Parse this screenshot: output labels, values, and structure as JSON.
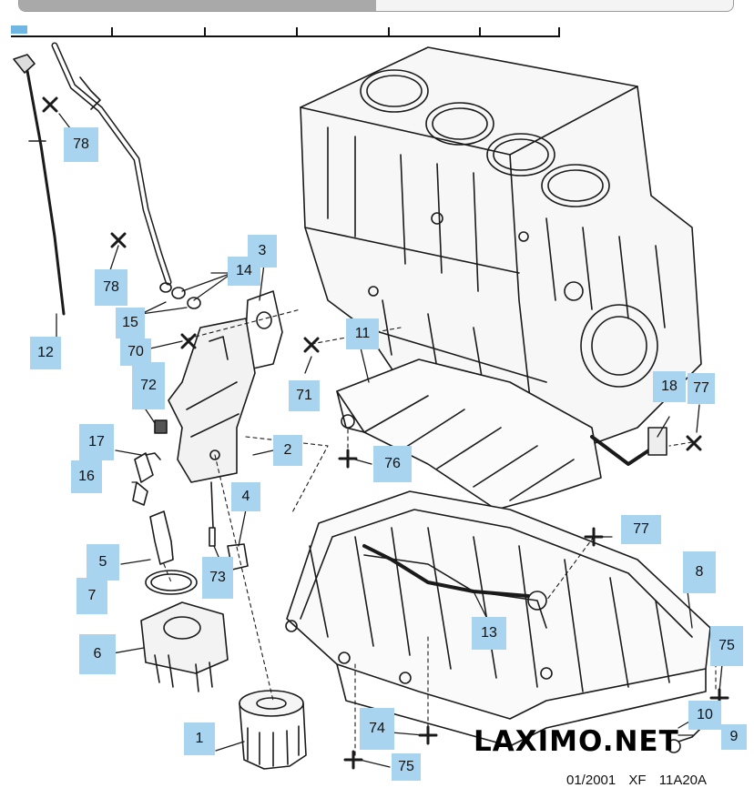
{
  "progress": {
    "fraction": 0.5
  },
  "callouts": [
    "1",
    "2",
    "3",
    "4",
    "5",
    "6",
    "7",
    "8",
    "9",
    "10",
    "11",
    "12",
    "13",
    "14",
    "15",
    "16",
    "17",
    "18",
    "70",
    "71",
    "72",
    "73",
    "74",
    "75",
    "75",
    "76",
    "77",
    "77",
    "78",
    "78"
  ],
  "watermark": "LAXIMO.NET",
  "footer": {
    "date": "01/2001",
    "code": "XF 11A20A"
  },
  "colors": {
    "callout_bg": "#a9d4f0",
    "line": "#1a1a1a"
  },
  "icons": {
    "fix_plus": "plus-icon",
    "fix_cross": "cross-icon"
  }
}
